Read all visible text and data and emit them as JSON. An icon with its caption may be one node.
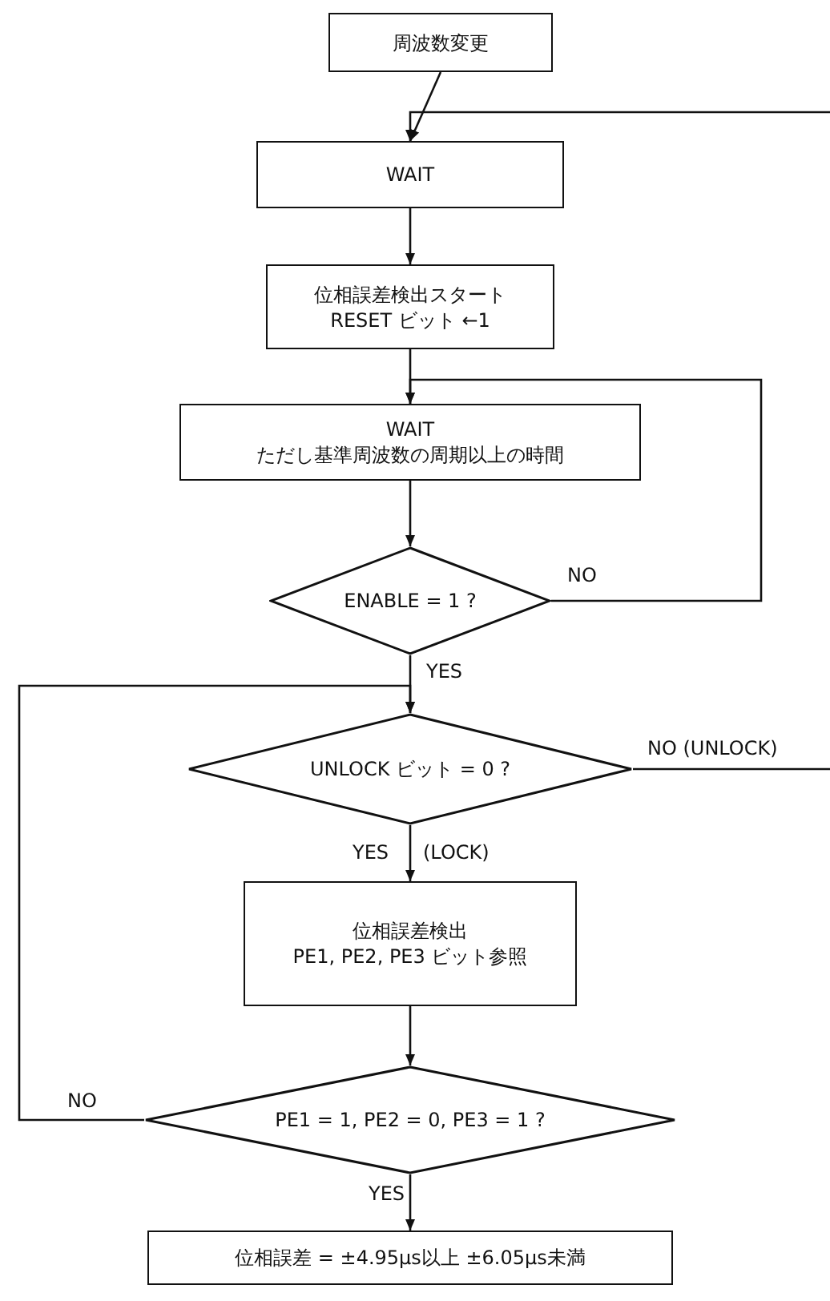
{
  "diagram": {
    "nodes": [
      {
        "text": [
          "周波数変更"
        ]
      },
      {
        "text": [
          "WAIT"
        ]
      },
      {
        "text": [
          "位相誤差検出スタート",
          "RESET ビット ←1"
        ]
      },
      {
        "text": [
          "WAIT",
          "ただし基準周波数の周期以上の時間"
        ]
      },
      {
        "text": [
          "ENABLE = 1 ?"
        ]
      },
      {
        "text": [
          "UNLOCK ビット = 0 ?"
        ]
      },
      {
        "text": [
          "位相誤差検出",
          "PE1, PE2, PE3 ビット参照"
        ]
      },
      {
        "text": [
          "PE1 = 1, PE2 = 0, PE3 = 1 ?"
        ]
      },
      {
        "text": [
          "位相誤差 = ±4.95μs以上 ±6.05μs未満"
        ]
      }
    ],
    "edges": [
      {
        "from": 0,
        "to": 1,
        "arrow": "to"
      },
      {
        "from": null,
        "to": 1,
        "arrow": "to"
      },
      {
        "from": 1,
        "to": 2,
        "arrow": "to"
      },
      {
        "from": 2,
        "to": 3,
        "arrow": "to"
      },
      {
        "from": 4,
        "to": 3,
        "arrow": "to",
        "label": "NO"
      },
      {
        "from": 3,
        "to": 4,
        "arrow": "to"
      },
      {
        "from": 4,
        "to": 5,
        "arrow": "to",
        "label": "YES"
      },
      {
        "from": 5,
        "to": null,
        "arrow": "none",
        "label": "NO (UNLOCK)"
      },
      {
        "from": 7,
        "to": 5,
        "arrow": "to",
        "label": "NO"
      },
      {
        "from": 5,
        "to": 6,
        "arrow": "to",
        "label": "YES"
      },
      {
        "from": 6,
        "to": 7,
        "arrow": "to"
      },
      {
        "from": 7,
        "to": 8,
        "arrow": "to",
        "label": "YES"
      }
    ],
    "labels": [
      "(LOCK)"
    ]
  }
}
